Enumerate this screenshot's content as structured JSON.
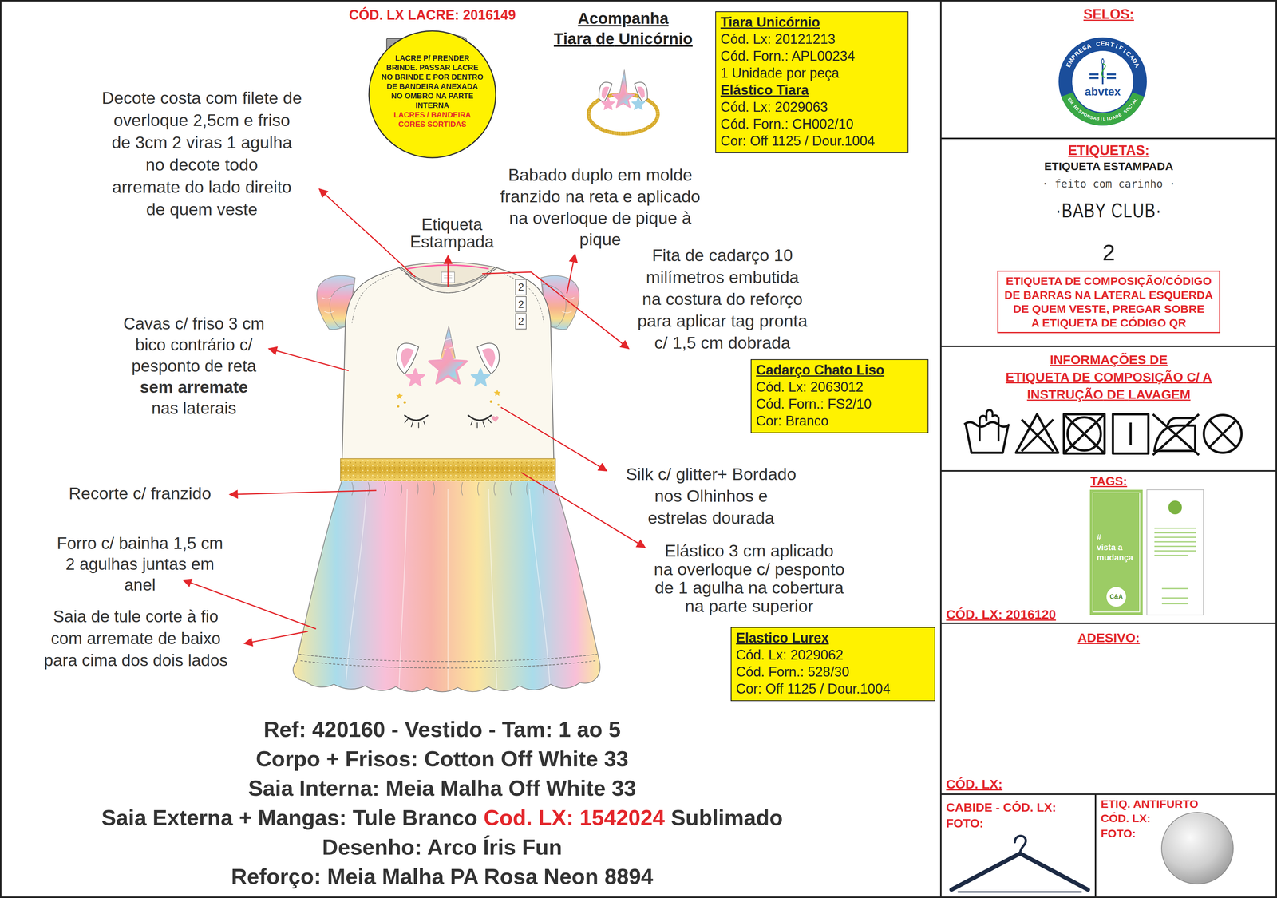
{
  "diagram": {
    "nodes": [
      {
        "text": [
          "LACRE P/ PRENDER BRINDE. PASSAR LACRE NO BRINDE E POR DENTRO DE BANDEIRA ANEXADA NO OMBRO NA PARTE INTERNA",
          "LACRES / BANDEIRA CORES SORTIDAS"
        ]
      },
      {
        "text": [
          "Tiara Unicórnio",
          "Cód. Lx: 20121213",
          "Cód. Forn.: APL00234",
          "1 Unidade por peça",
          "Elástico Tiara",
          "Cód. Lx: 2029063",
          "Cód. Forn.: CH002/10",
          "Cor: Off 1125 / Dour.1004"
        ]
      },
      {
        "text": [
          "SELOS:"
        ]
      },
      {
        "text": [
          "EMPRESA CERTIFICADA",
          "abvtex",
          "EM RESPONSABILIDADE SOCIAL"
        ],
        "in": 2
      },
      {
        "text": [
          "ETIQUETAS:",
          "ETIQUETA ESTAMPADA",
          "· feito com carinho ·",
          "·BABY CLUB·",
          "2"
        ]
      },
      {
        "text": [
          "ETIQUETA DE COMPOSIÇÃO/CÓDIGO DE BARRAS NA LATERAL ESQUERDA DE QUEM VESTE, PREGAR SOBRE A ETIQUETA DE CÓDIGO QR"
        ],
        "in": 4
      },
      {
        "text": [
          "INFORMAÇÕES DE ETIQUETA DE COMPOSIÇÃO C/ A INSTRUÇÃO DE LAVAGEM"
        ]
      },
      {
        "text": [
          "Cadarço Chato Liso",
          "Cód. Lx: 2063012",
          "Cód. Forn.: FS2/10",
          "Cor: Branco"
        ]
      },
      {
        "text": [
          "TAGS:",
          "CÓD. LX: 2016120"
        ]
      },
      {
        "text": [
          "# vista a mudança",
          "C&A"
        ],
        "in": 8
      },
      {
        "text": [
          "Elastico Lurex",
          "Cód. Lx: 2029062",
          "Cód. Forn.: 528/30",
          "Cor: Off 1125 / Dour.1004"
        ]
      },
      {
        "text": [
          "ADESIVO:",
          "CÓD. LX:"
        ]
      },
      {
        "text": [
          "CABIDE - CÓD. LX:",
          "FOTO:"
        ]
      },
      {
        "text": [
          "ETIQ. ANTIFURTO",
          "CÓD. LX:",
          "FOTO:"
        ]
      }
    ],
    "labels": [
      "CÓD. LX LACRE: 2016149",
      "Acompanha Tiara de Unicórnio",
      "Decote costa com filete de overloque 2,5cm e friso de 3cm 2 viras 1 agulha no decote todo arremate do lado direito de quem veste",
      "Etiqueta Estampada",
      "Babado duplo em molde franzido na reta e aplicado na overloque de pique à pique",
      "Fita de cadarço 10 milímetros embutida na costura do reforço para aplicar tag pronta c/ 1,5 cm dobrada",
      "Cavas c/ friso 3 cm bico contrário c/ pesponto de reta sem arremate nas laterais",
      "2",
      "2",
      "2",
      "Silk c/ glitter+ Bordado nos Olhinhos e estrelas dourada",
      "Recorte c/ franzido",
      "Elástico 3 cm aplicado na overloque c/ pesponto de 1 agulha na cobertura na parte superior",
      "Forro c/ bainha 1,5 cm 2 agulhas juntas em anel",
      "Saia de tule corte à fio com arremate de baixo para cima dos dois lados",
      "Ref: 420160 - Vestido - Tam: 1 ao 5",
      "Corpo + Frisos: Cotton Off White 33",
      "Saia Interna: Meia Malha Off White 33",
      "Saia Externa + Mangas: Tule Branco",
      "Cod. LX: 1542024",
      "Sublimado",
      "Desenho: Arco Íris Fun",
      "Reforço: Meia Malha PA Rosa Neon 8894"
    ]
  }
}
